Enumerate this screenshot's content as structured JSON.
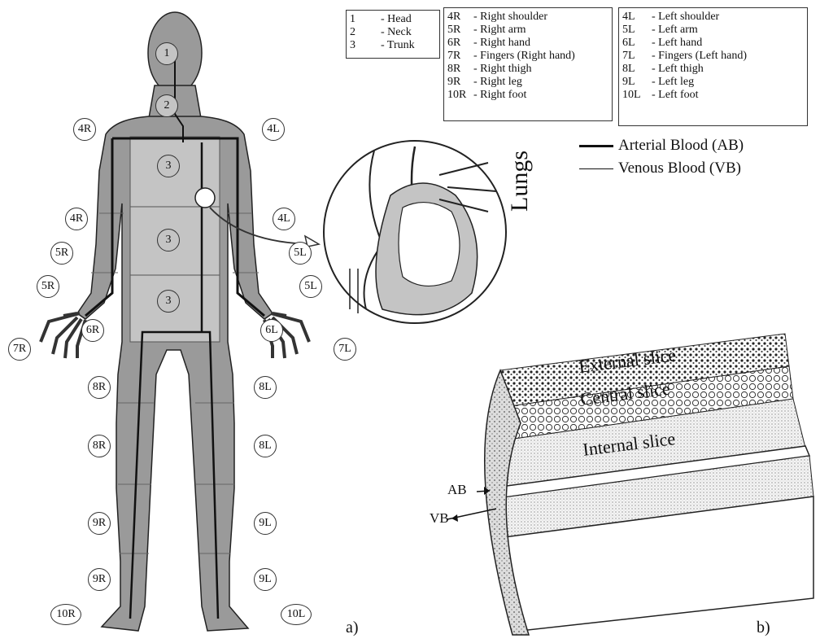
{
  "legend": {
    "torso": [
      {
        "code": "1",
        "label": "- Head"
      },
      {
        "code": "2",
        "label": "- Neck"
      },
      {
        "code": "3",
        "label": "- Trunk"
      }
    ],
    "right": [
      {
        "code": "4R",
        "label": "- Right shoulder"
      },
      {
        "code": "5R",
        "label": "- Right arm"
      },
      {
        "code": "6R",
        "label": "- Right hand"
      },
      {
        "code": "7R",
        "label": "- Fingers (Right hand)"
      },
      {
        "code": "8R",
        "label": "- Right thigh"
      },
      {
        "code": "9R",
        "label": "- Right leg"
      },
      {
        "code": "10R",
        "label": "- Right foot"
      }
    ],
    "left": [
      {
        "code": "4L",
        "label": "- Left shoulder"
      },
      {
        "code": "5L",
        "label": "- Left arm"
      },
      {
        "code": "6L",
        "label": "- Left hand"
      },
      {
        "code": "7L",
        "label": "- Fingers (Left hand)"
      },
      {
        "code": "8L",
        "label": "- Left thigh"
      },
      {
        "code": "9L",
        "label": "- Left leg"
      },
      {
        "code": "10L",
        "label": "- Left foot"
      }
    ]
  },
  "blood_key": {
    "arterial": "Arterial Blood (AB)",
    "venous": "Venous Blood (VB)"
  },
  "body_labels": {
    "head": "1",
    "neck": "2",
    "trunk": "3",
    "shoulder_r": "4R",
    "shoulder_l": "4L",
    "arm_r": "5R",
    "arm_l": "5L",
    "hand_r": "6R",
    "hand_l": "6L",
    "fingers_r": "7R",
    "fingers_l": "7L",
    "thigh_r": "8R",
    "thigh_l": "8L",
    "leg_r": "9R",
    "leg_l": "9L",
    "foot_r": "10R",
    "foot_l": "10L"
  },
  "heart_inset": {
    "lungs": "Lungs"
  },
  "cylinder": {
    "external": "External slice",
    "central": "Central slice",
    "internal": "Internal slice",
    "ab": "AB",
    "vb": "VB"
  },
  "panel_labels": {
    "a": "a)",
    "b": "b)"
  },
  "colors": {
    "body_fill": "#9a9a9a",
    "core_fill": "#c4c4c4",
    "line": "#111111"
  }
}
